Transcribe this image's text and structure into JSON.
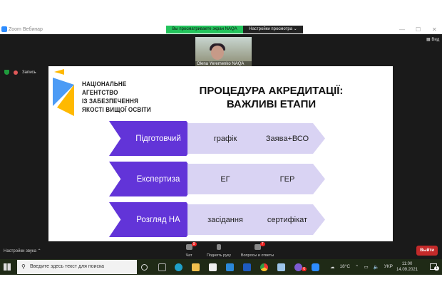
{
  "window": {
    "title": "Zoom Вебинар",
    "banner": "Вы просматриваете экран NAQA",
    "view_settings": "Настройки просмотра ⌄",
    "minimize": "—",
    "maximize": "☐",
    "close": "✕"
  },
  "video": {
    "name": "Olena Yeremenko NAQA",
    "view_button": "Вид"
  },
  "recording": {
    "label": "Запись"
  },
  "slide": {
    "logo_text": [
      "НАЦІОНАЛЬНЕ",
      "АГЕНТСТВО",
      "ІЗ ЗАБЕЗПЕЧЕННЯ",
      "ЯКОСТІ ВИЩОЇ ОСВІТИ"
    ],
    "title_line1": "ПРОЦЕДУРА АКРЕДИТАЦІЇ:",
    "title_line2": "ВАЖЛИВІ ЕТАПИ",
    "rows": [
      {
        "stage": "Підготовчий",
        "step1": "графік",
        "step2": "Заява+ВСО"
      },
      {
        "stage": "Експертиза",
        "step1": "ЕГ",
        "step2": "ГЕР"
      },
      {
        "stage": "Розгляд НА",
        "step1": "засідання",
        "step2": "сертифікат"
      }
    ],
    "colors": {
      "stage": "#6234d8",
      "step": "#d9d3f3"
    }
  },
  "toolbar": {
    "sound_settings": "Настройки звука ⌃",
    "chat": "Чат",
    "chat_badge": "9",
    "raise_hand": "Поднять руку",
    "qa": "Вопросы и ответы",
    "qa_badge": "7",
    "exit": "Выйти"
  },
  "taskbar": {
    "search_placeholder": "Введите здесь текст для поиска",
    "viber_badge": "6",
    "weather": "18°C",
    "lang": "УКР",
    "time": "11:00",
    "date": "14.09.2021",
    "notif_count": "1"
  }
}
